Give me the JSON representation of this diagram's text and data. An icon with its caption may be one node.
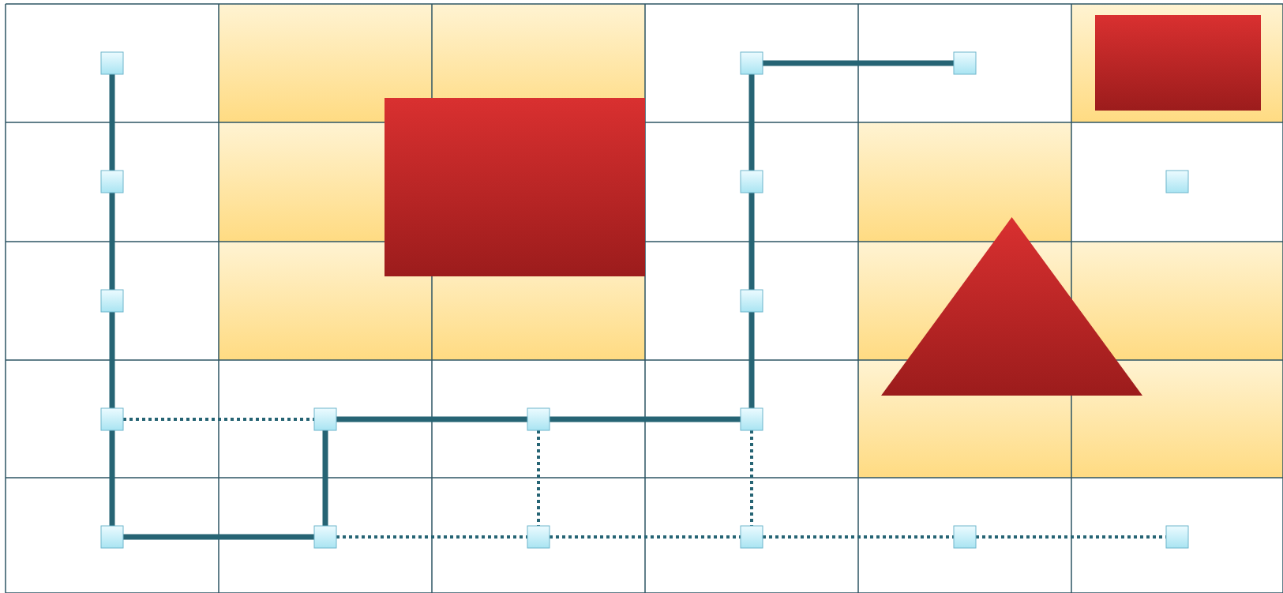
{
  "diagram": {
    "nodes": [
      {
        "text": [],
        "shape": "box"
      },
      {
        "text": [],
        "shape": "box"
      },
      {
        "text": [],
        "shape": "box"
      },
      {
        "text": [],
        "shape": "box"
      },
      {
        "text": [],
        "shape": "box"
      },
      {
        "text": [],
        "shape": "box"
      },
      {
        "text": [],
        "shape": "box"
      },
      {
        "text": [],
        "shape": "box"
      },
      {
        "text": [],
        "shape": "box"
      },
      {
        "text": [],
        "shape": "box"
      },
      {
        "text": [],
        "shape": "box"
      },
      {
        "text": [],
        "shape": "box"
      },
      {
        "text": [],
        "shape": "box"
      },
      {
        "text": [],
        "shape": "box"
      },
      {
        "text": [],
        "shape": "box"
      },
      {
        "text": [],
        "shape": "box"
      },
      {
        "text": [],
        "shape": "box"
      },
      {
        "text": [],
        "shape": "box"
      },
      {
        "text": [],
        "shape": "box"
      },
      {
        "text": [],
        "shape": "box"
      },
      {
        "text": [],
        "shape": "triangle"
      }
    ],
    "edges": [
      {
        "from": 0,
        "to": 3,
        "arrow": "none"
      },
      {
        "from": 3,
        "to": 6,
        "arrow": "none"
      },
      {
        "from": 6,
        "to": 8,
        "arrow": "none"
      },
      {
        "from": 8,
        "to": 12,
        "arrow": "none"
      },
      {
        "from": 12,
        "to": 13,
        "arrow": "none"
      },
      {
        "from": 13,
        "to": 9,
        "arrow": "none"
      },
      {
        "from": 9,
        "to": 10,
        "arrow": "none"
      },
      {
        "from": 10,
        "to": 11,
        "arrow": "none"
      },
      {
        "from": 11,
        "to": 7,
        "arrow": "none"
      },
      {
        "from": 7,
        "to": 4,
        "arrow": "none"
      },
      {
        "from": 4,
        "to": 1,
        "arrow": "none"
      },
      {
        "from": 1,
        "to": 2,
        "arrow": "none"
      },
      {
        "from": 8,
        "to": 9,
        "arrow": "none",
        "style": "dashed"
      },
      {
        "from": 10,
        "to": 14,
        "arrow": "none",
        "style": "dashed"
      },
      {
        "from": 11,
        "to": 15,
        "arrow": "none",
        "style": "dashed"
      },
      {
        "from": 13,
        "to": 14,
        "arrow": "none",
        "style": "dashed"
      },
      {
        "from": 14,
        "to": 15,
        "arrow": "none",
        "style": "dashed"
      },
      {
        "from": 15,
        "to": 16,
        "arrow": "none",
        "style": "dashed"
      },
      {
        "from": 16,
        "to": 17,
        "arrow": "none",
        "style": "dashed"
      }
    ]
  }
}
